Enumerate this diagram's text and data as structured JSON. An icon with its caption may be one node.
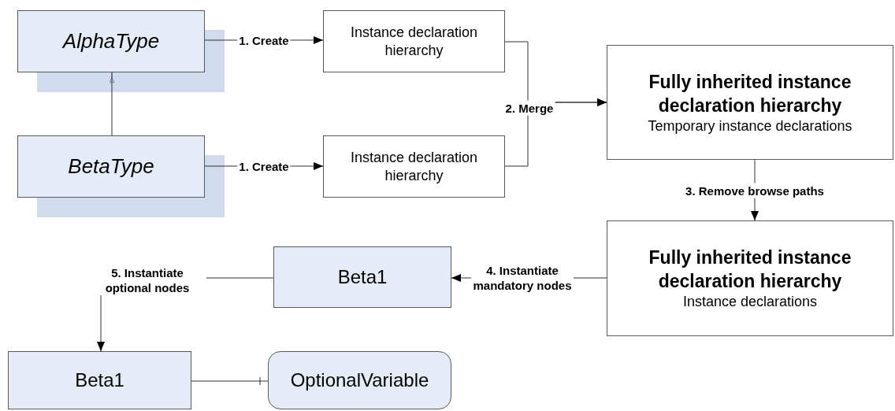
{
  "diagram": {
    "nodes": [
      {
        "text": [
          "AlphaType"
        ]
      },
      {
        "text": [
          "BetaType"
        ]
      },
      {
        "text": [
          "Instance declaration hierarchy"
        ]
      },
      {
        "text": [
          "Instance declaration hierarchy"
        ]
      },
      {
        "text": [
          "Fully inherited instance declaration hierarchy",
          "Temporary instance declarations"
        ]
      },
      {
        "text": [
          "Fully inherited instance declaration hierarchy",
          "Instance declarations"
        ]
      },
      {
        "text": [
          "Beta1"
        ]
      },
      {
        "text": [
          "Beta1"
        ]
      },
      {
        "text": [
          "OptionalVariable"
        ]
      }
    ],
    "edges": [
      {
        "from": 0,
        "to": 2,
        "arrow": "to",
        "label": "1. Create"
      },
      {
        "from": 1,
        "to": 3,
        "arrow": "to",
        "label": "1. Create"
      },
      {
        "from": 2,
        "to": 4,
        "arrow": "to",
        "label": "2. Merge"
      },
      {
        "from": 3,
        "to": 4,
        "arrow": "to"
      },
      {
        "from": 4,
        "to": 5,
        "arrow": "to",
        "label": "3. Remove browse paths"
      },
      {
        "from": 5,
        "to": 6,
        "arrow": "to",
        "label": "4. Instantiate mandatory nodes"
      },
      {
        "from": 6,
        "to": 7,
        "arrow": "to",
        "label": "5. Instantiate optional nodes"
      },
      {
        "from": 7,
        "to": 8,
        "arrow": "other"
      },
      {
        "from": 1,
        "to": 0,
        "arrow": "to"
      }
    ]
  }
}
